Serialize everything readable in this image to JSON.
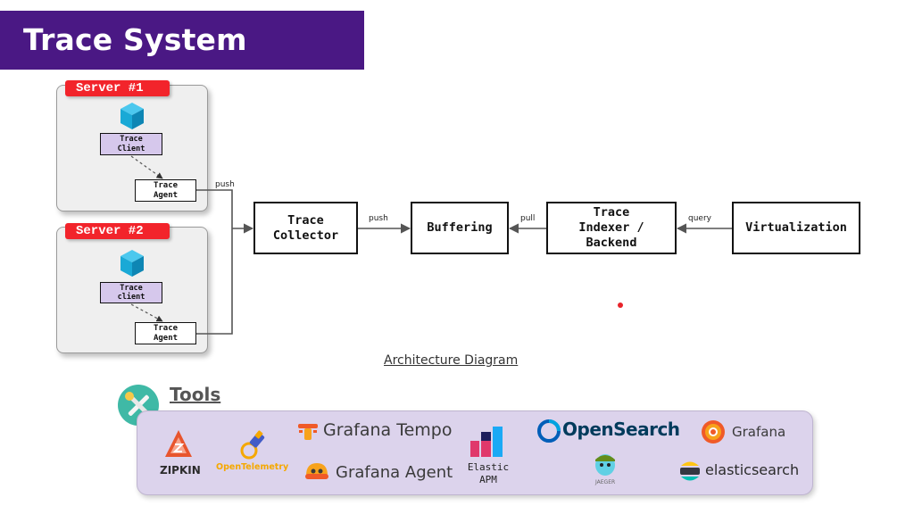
{
  "title": "Trace System",
  "servers": [
    {
      "label": "Server #1",
      "client": "Trace\nClient",
      "agent": "Trace\nAgent"
    },
    {
      "label": "Server #2",
      "client": "Trace\nclient",
      "agent": "Trace\nAgent"
    }
  ],
  "nodes": {
    "collector": "Trace\nCollector",
    "buffering": "Buffering",
    "indexer": "Trace\nIndexer /\nBackend",
    "virtualization": "Virtualization"
  },
  "edges": {
    "agent_push": "push",
    "collector_push": "push",
    "pull": "pull",
    "query": "query"
  },
  "caption": "Architecture Diagram",
  "tools_heading": "Tools",
  "tools": {
    "zipkin": "ZIPKIN",
    "opentelemetry": "OpenTelemetry",
    "grafana_tempo": "Grafana Tempo",
    "grafana_agent": "Grafana Agent",
    "elastic_apm": "Elastic\nAPM",
    "opensearch": "OpenSearch",
    "jaeger": "JAEGER",
    "grafana": "Grafana",
    "elasticsearch": "elasticsearch"
  },
  "colors": {
    "title_bg": "#4a1884",
    "server_label": "#f2242b",
    "client_box": "#d6c8ec",
    "tools_panel": "#dcd3ec",
    "cube": "#1aa9d6",
    "zipkin": "#e8552d",
    "otel_orange": "#f5a800",
    "otel_blue": "#425cc7",
    "grafana_orange": "#f05a28",
    "opensearch_blue": "#005eb8"
  }
}
